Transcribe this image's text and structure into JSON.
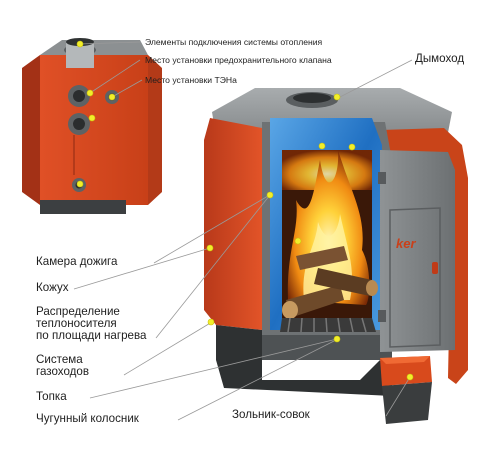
{
  "labels": {
    "heating_connections": "Элементы подключения системы отопления",
    "safety_valve": "Место установки предохранительного клапана",
    "heater_slot": "Место установки ТЭНа",
    "chimney": "Дымоход",
    "combustion_chamber": "Камера дожига",
    "casing": "Кожух",
    "coolant_distribution": [
      "Распределение",
      "теплоносителя",
      "по площади нагрева"
    ],
    "gas_system": [
      "Система",
      "газоходов"
    ],
    "firebox": "Топка",
    "grate": "Чугунный колосник",
    "ash_pan": "Зольник-совок"
  },
  "brand_mark": "ker",
  "colors": {
    "casing_orange": "#d8481c",
    "door_gray": "#7f8386",
    "insulation_blue": "#2f7fcf",
    "marker_yellow": "#f2ee2a",
    "leader_gray": "#9a9a9a"
  }
}
